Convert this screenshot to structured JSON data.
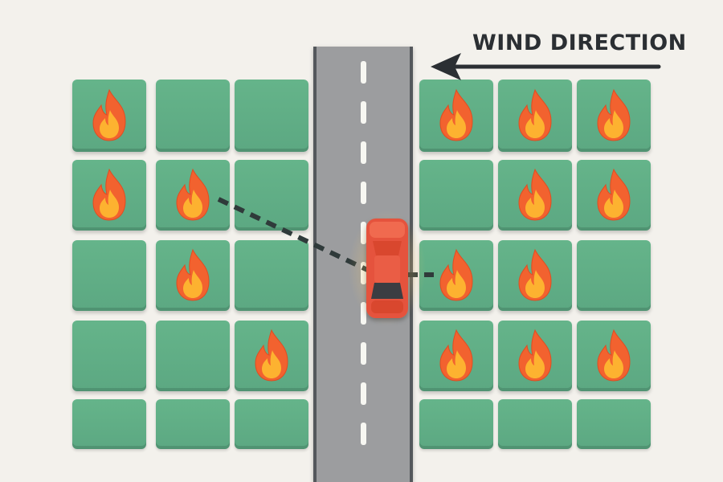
{
  "wind": {
    "label": "WIND DIRECTION",
    "direction": "left",
    "arrow_icon": "left-arrow-icon"
  },
  "grid": {
    "left_block": {
      "columns": 3,
      "rows": 5,
      "fires": [
        [
          0,
          0
        ],
        [
          1,
          0
        ],
        [
          1,
          1
        ],
        [
          2,
          1
        ],
        [
          3,
          2
        ]
      ]
    },
    "right_block": {
      "columns": 3,
      "rows": 5,
      "fires": [
        [
          0,
          0
        ],
        [
          0,
          1
        ],
        [
          0,
          2
        ],
        [
          1,
          1
        ],
        [
          1,
          2
        ],
        [
          2,
          0
        ],
        [
          2,
          1
        ],
        [
          3,
          0
        ],
        [
          3,
          1
        ],
        [
          3,
          2
        ]
      ]
    }
  },
  "road": {
    "lane_dashes": 10
  },
  "vehicle": {
    "icon": "car-icon",
    "color": "#e5533c"
  },
  "path": {
    "style": "dashed",
    "color": "#2f3a3a"
  },
  "colors": {
    "background": "#f3f1ec",
    "tile": "#5fac85",
    "road": "#9c9d9f",
    "road_edge": "#54585c",
    "flame_outer": "#f2622f",
    "flame_inner": "#fdb230"
  }
}
